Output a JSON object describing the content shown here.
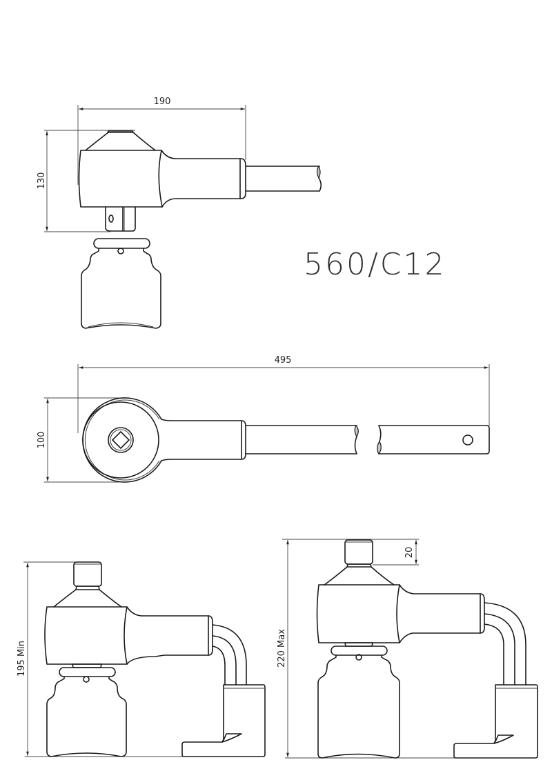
{
  "drawing": {
    "model_label": "560/C12",
    "line_color": "#1a1a1a",
    "background": "#ffffff"
  },
  "views": {
    "side_view": {
      "dim_width": "190",
      "dim_height": "130"
    },
    "top_view": {
      "dim_length": "495",
      "dim_height": "100"
    },
    "min_height_view": {
      "dim_height": "195 Min"
    },
    "max_height_view": {
      "dim_height": "220 Max",
      "dim_top": "20"
    }
  }
}
